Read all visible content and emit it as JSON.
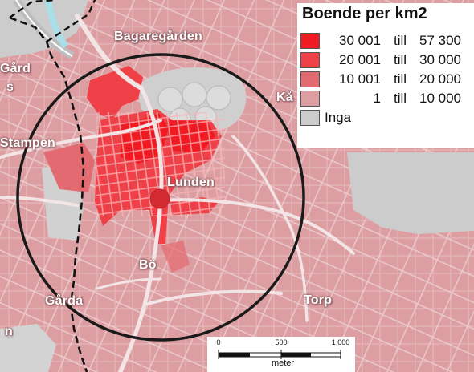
{
  "legend": {
    "title": "Boende per km2",
    "classes": [
      {
        "from": "30 001",
        "till": "till",
        "to": "57 300",
        "color": "#f01a22"
      },
      {
        "from": "20 001",
        "till": "till",
        "to": "30 000",
        "color": "#ef4048"
      },
      {
        "from": "10 001",
        "till": "till",
        "to": "20 000",
        "color": "#e26a70"
      },
      {
        "from": "1",
        "till": "till",
        "to": "10 000",
        "color": "#dd9ea2"
      },
      {
        "from": "Inga",
        "till": "",
        "to": "",
        "color": "#cccccc"
      }
    ]
  },
  "places": {
    "bagaregarden": "Bagaregården",
    "lunden": "Lunden",
    "bo": "Bö",
    "torp": "Torp",
    "stampen": "Stampen",
    "gard": "Gård",
    "garda": "Gårda",
    "ka": "Kå",
    "n": "n",
    "s": "s"
  },
  "scale": {
    "ticks": [
      "0",
      "500",
      "1 000"
    ],
    "unit": "meter"
  },
  "map_colors": {
    "base": "#dd9ea2",
    "street": "#ecd0d2",
    "none": "#cccccc",
    "center_point": "#d42a32",
    "buffer_circle": "#1a1a1a",
    "boundary_line": "#111111"
  }
}
